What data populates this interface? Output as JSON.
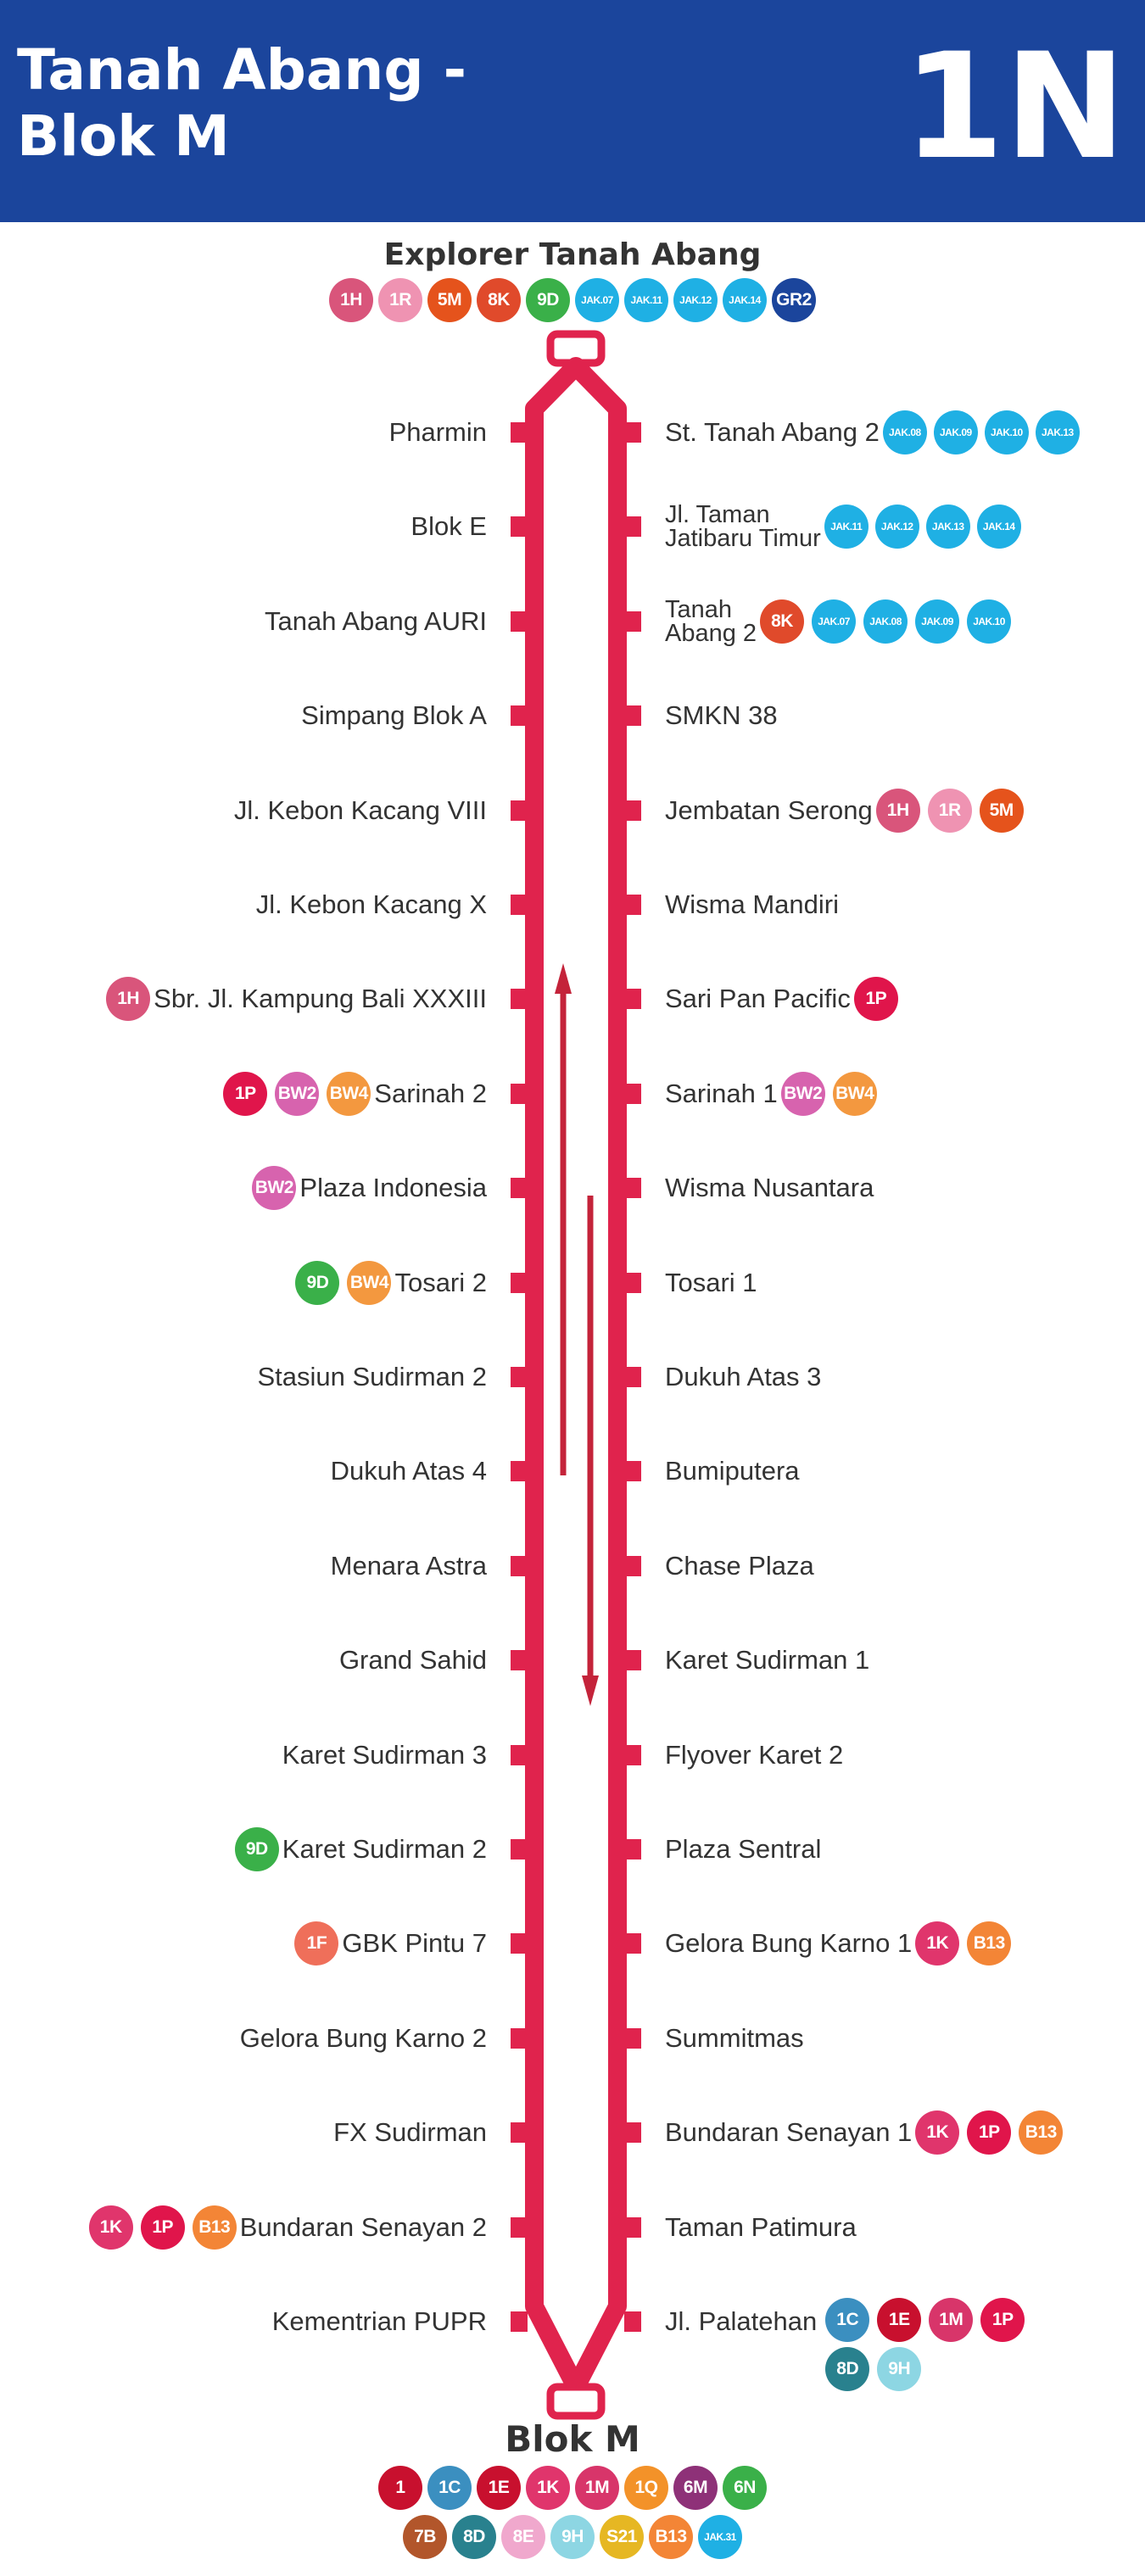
{
  "route": {
    "name_line1": "Tanah Abang -",
    "name_line2": "Blok M",
    "code": "1N"
  },
  "colors": {
    "header": "#1b459c",
    "line": "#e0234d"
  },
  "terminal_start": {
    "name": "Explorer Tanah Abang",
    "connections": [
      "1H",
      "1R",
      "5M",
      "8K",
      "9D",
      "JAK.07",
      "JAK.11",
      "JAK.12",
      "JAK.14",
      "GR2"
    ]
  },
  "terminal_end": {
    "name": "Blok M",
    "connections_row1": [
      "1",
      "1C",
      "1E",
      "1K",
      "1M",
      "1Q",
      "6M",
      "6N"
    ],
    "connections_row2": [
      "7B",
      "8D",
      "8E",
      "9H",
      "S21",
      "B13",
      "JAK.31"
    ]
  },
  "stops_left": [
    {
      "name": "Pharmin",
      "connections": []
    },
    {
      "name": "Blok E",
      "connections": []
    },
    {
      "name": "Tanah Abang AURI",
      "connections": []
    },
    {
      "name": "Simpang Blok A",
      "connections": []
    },
    {
      "name": "Jl. Kebon Kacang VIII",
      "connections": []
    },
    {
      "name": "Jl. Kebon Kacang X",
      "connections": []
    },
    {
      "name": "Sbr. Jl. Kampung Bali XXXIII",
      "connections": [
        "1H"
      ]
    },
    {
      "name": "Sarinah 2",
      "connections": [
        "1P",
        "BW2",
        "BW4"
      ]
    },
    {
      "name": "Plaza Indonesia",
      "connections": [
        "BW2"
      ]
    },
    {
      "name": "Tosari 2",
      "connections": [
        "9D",
        "BW4"
      ]
    },
    {
      "name": "Stasiun Sudirman 2",
      "connections": []
    },
    {
      "name": "Dukuh Atas 4",
      "connections": []
    },
    {
      "name": "Menara Astra",
      "connections": []
    },
    {
      "name": "Grand Sahid",
      "connections": []
    },
    {
      "name": "Karet Sudirman 3",
      "connections": []
    },
    {
      "name": "Karet Sudirman 2",
      "connections": [
        "9D"
      ]
    },
    {
      "name": "GBK Pintu 7",
      "connections": [
        "1F"
      ]
    },
    {
      "name": "Gelora Bung Karno 2",
      "connections": []
    },
    {
      "name": "FX Sudirman",
      "connections": []
    },
    {
      "name": "Bundaran Senayan 2",
      "connections": [
        "1K",
        "1P",
        "B13"
      ]
    },
    {
      "name": "Kementrian PUPR",
      "connections": []
    }
  ],
  "stops_right": [
    {
      "name": "St. Tanah Abang 2",
      "connections": [
        "JAK.08",
        "JAK.09",
        "JAK.10",
        "JAK.13"
      ]
    },
    {
      "name_line1": "Jl. Taman",
      "name_line2": "Jatibaru Timur",
      "connections": [
        "JAK.11",
        "JAK.12",
        "JAK.13",
        "JAK.14"
      ]
    },
    {
      "name_line1": "Tanah",
      "name_line2": "Abang 2",
      "connections": [
        "8K",
        "JAK.07",
        "JAK.08",
        "JAK.09",
        "JAK.10"
      ]
    },
    {
      "name": "SMKN 38",
      "connections": []
    },
    {
      "name": "Jembatan Serong",
      "connections": [
        "1H",
        "1R",
        "5M"
      ]
    },
    {
      "name": "Wisma Mandiri",
      "connections": []
    },
    {
      "name": "Sari Pan Pacific",
      "connections": [
        "1P"
      ]
    },
    {
      "name": "Sarinah 1",
      "connections": [
        "BW2",
        "BW4"
      ]
    },
    {
      "name": "Wisma Nusantara",
      "connections": []
    },
    {
      "name": "Tosari 1",
      "connections": []
    },
    {
      "name": "Dukuh Atas 3",
      "connections": []
    },
    {
      "name": "Bumiputera",
      "connections": []
    },
    {
      "name": "Chase Plaza",
      "connections": []
    },
    {
      "name": "Karet Sudirman 1",
      "connections": []
    },
    {
      "name": "Flyover Karet 2",
      "connections": []
    },
    {
      "name": "Plaza Sentral",
      "connections": []
    },
    {
      "name": "Gelora Bung Karno 1",
      "connections": [
        "1K",
        "B13"
      ]
    },
    {
      "name": "Summitmas",
      "connections": []
    },
    {
      "name": "Bundaran Senayan 1",
      "connections": [
        "1K",
        "1P",
        "B13"
      ]
    },
    {
      "name": "Taman Patimura",
      "connections": []
    },
    {
      "name": "Jl. Palatehan",
      "connections_row1": [
        "1C",
        "1E",
        "1M",
        "1P"
      ],
      "connections_row2": [
        "8D",
        "9H"
      ]
    }
  ],
  "badge_colors": {
    "1": "#c8102e",
    "1C": "#3b8fc0",
    "1E": "#c8102e",
    "1F": "#ef6f5a",
    "1H": "#d9557b",
    "1K": "#e0356c",
    "1M": "#d8356a",
    "1P": "#e0154b",
    "1Q": "#f39229",
    "1R": "#ef93b2",
    "5M": "#e5531c",
    "6M": "#8e3178",
    "6N": "#3ab049",
    "7B": "#b2562b",
    "8D": "#29818e",
    "8E": "#f0a8cd",
    "8K": "#e04a2b",
    "9D": "#3ab049",
    "9H": "#8dd6e3",
    "B13": "#f38536",
    "BW2": "#d763ae",
    "BW4": "#f3983f",
    "GR2": "#1b459c",
    "S21": "#e6b723",
    "JAK": "#1fb0e4"
  }
}
